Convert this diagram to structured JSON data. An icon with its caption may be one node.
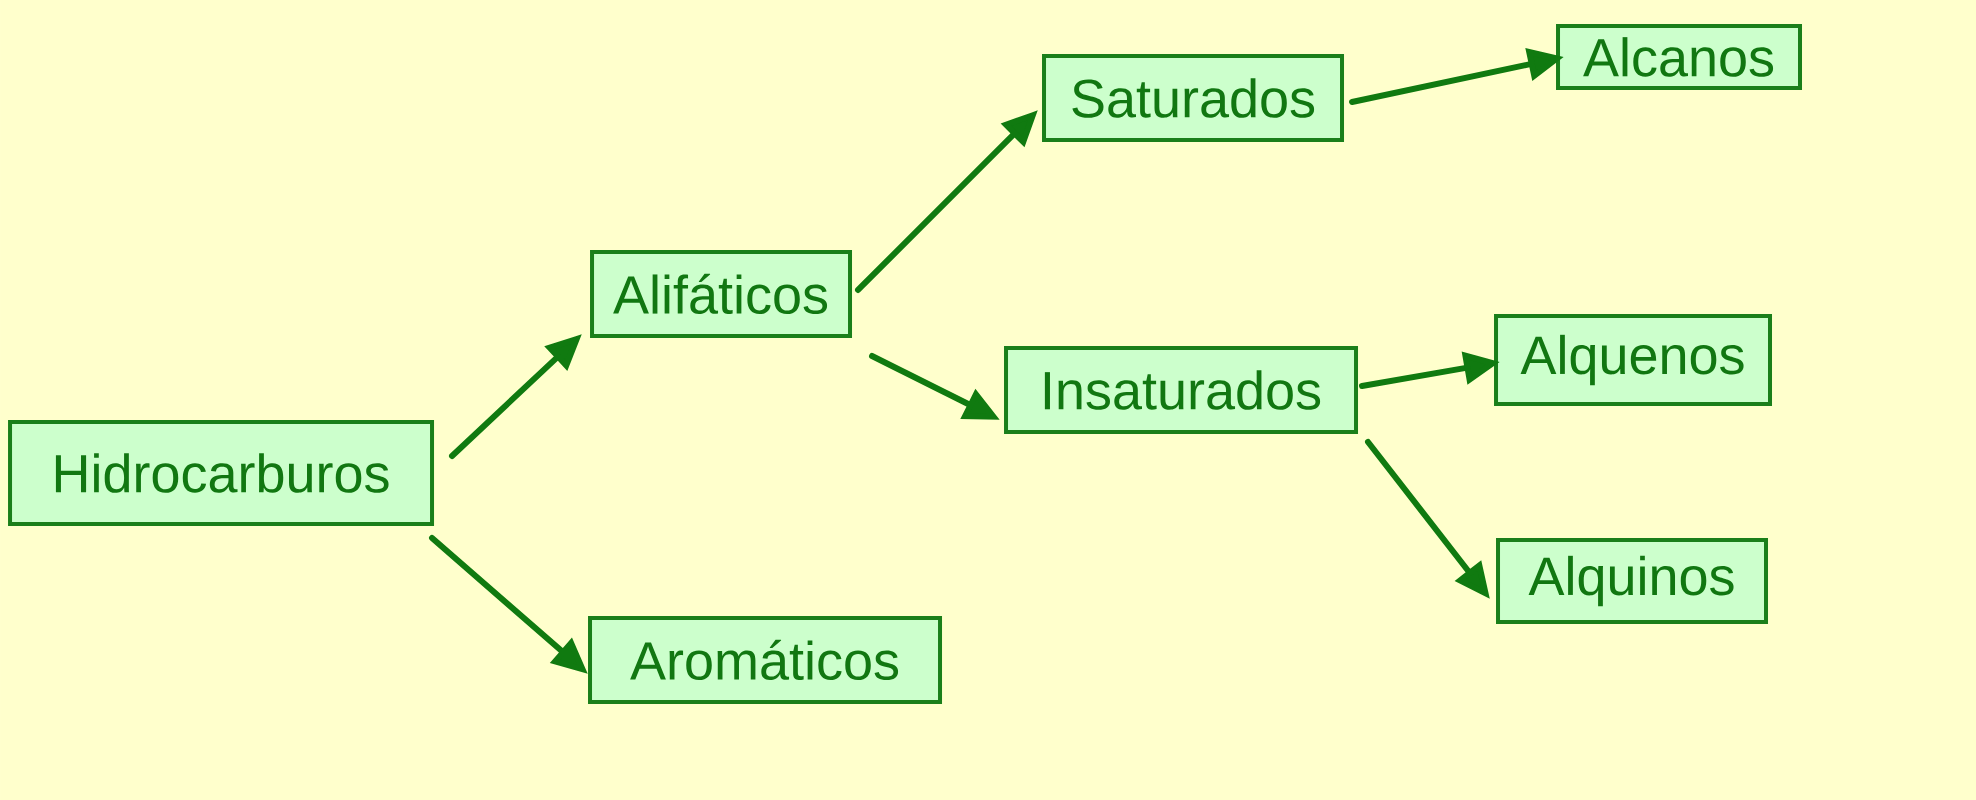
{
  "diagram": {
    "nodes": [
      {
        "text": [
          "Hidrocarburos"
        ]
      },
      {
        "text": [
          "Alifáticos"
        ]
      },
      {
        "text": [
          "Aromáticos"
        ]
      },
      {
        "text": [
          "Saturados"
        ]
      },
      {
        "text": [
          "Insaturados"
        ]
      },
      {
        "text": [
          "Alcanos"
        ]
      },
      {
        "text": [
          "Alquenos"
        ]
      },
      {
        "text": [
          "Alquinos"
        ]
      }
    ],
    "edges": [
      {
        "from": 0,
        "to": 1,
        "arrow": "to"
      },
      {
        "from": 0,
        "to": 2,
        "arrow": "to"
      },
      {
        "from": 1,
        "to": 3,
        "arrow": "to"
      },
      {
        "from": 1,
        "to": 4,
        "arrow": "to"
      },
      {
        "from": 3,
        "to": 5,
        "arrow": "to"
      },
      {
        "from": 4,
        "to": 6,
        "arrow": "to"
      },
      {
        "from": 4,
        "to": 7,
        "arrow": "to"
      }
    ]
  }
}
